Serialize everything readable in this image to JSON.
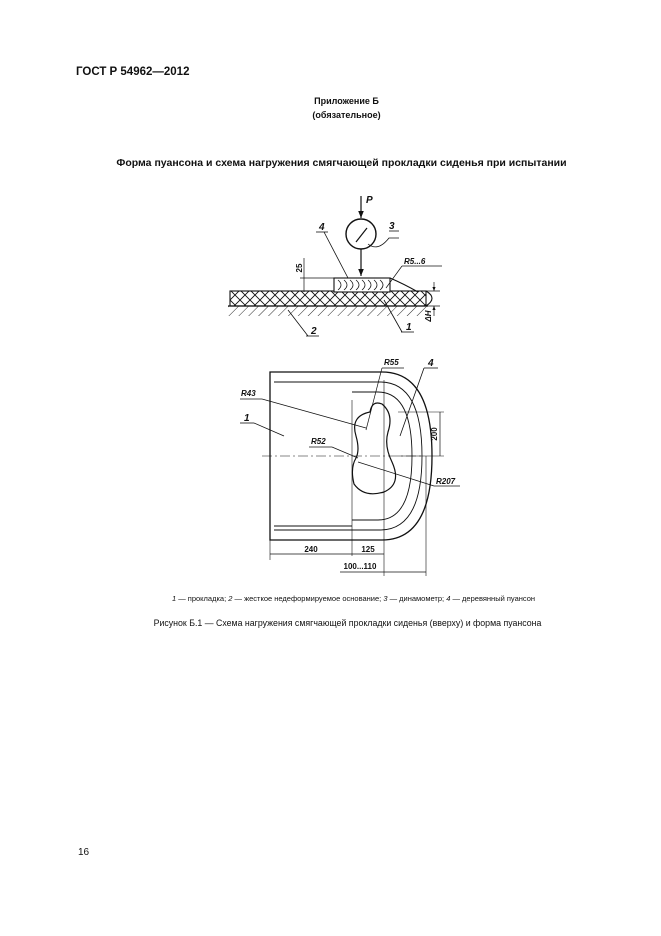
{
  "header": {
    "standard": "ГОСТ Р 54962—2012"
  },
  "annex": {
    "title": "Приложение Б",
    "status": "(обязательное)"
  },
  "section_title": "Форма пуансона и схема нагружения смягчающей прокладки сиденья при испытании",
  "figure_top": {
    "force_label": "P",
    "callouts": [
      "1",
      "2",
      "3",
      "4"
    ],
    "dims": {
      "height": "25",
      "radius": "R5...6",
      "deflection": "ΔH"
    }
  },
  "figure_bottom": {
    "callouts": [
      "1",
      "4"
    ],
    "radii": {
      "r43": "R43",
      "r55": "R55",
      "r52": "R52",
      "r207": "R207"
    },
    "dims": {
      "width_left": "240",
      "width_mid": "125",
      "width_range": "100...110",
      "height": "200"
    }
  },
  "legend": [
    {
      "num": "1",
      "text": " — прокладка; "
    },
    {
      "num": "2",
      "text": " — жесткое недеформируемое основание; "
    },
    {
      "num": "3",
      "text": " — динамометр; "
    },
    {
      "num": "4",
      "text": " — деревянный пуансон"
    }
  ],
  "caption": "Рисунок  Б.1 — Схема нагружения смягчающей прокладки сиденья (вверху) и форма пуансона",
  "page_number": "16"
}
